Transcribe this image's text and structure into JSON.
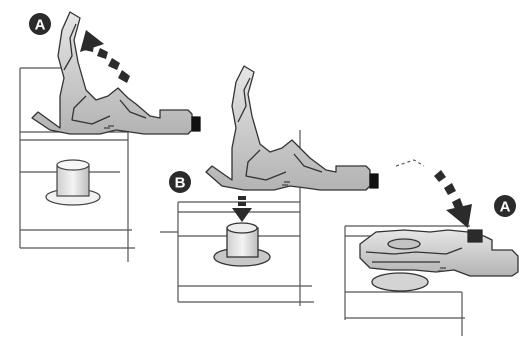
{
  "diagram": {
    "colors": {
      "background": "#ffffff",
      "outline": "#333333",
      "clip_fill": "#d9d9d9",
      "clip_shadow": "#a6a6a6",
      "post_fill": "#ebebeb",
      "post_dark": "#8c8c8c",
      "arrow": "#2b2b2b",
      "badge": "#2b2b2b",
      "housing_line": "#555555"
    },
    "steps": [
      {
        "id": "left-open",
        "badge": "A",
        "arrow_icon": "curved-dashed-arrow-icon"
      },
      {
        "id": "middle-press",
        "badge": "B",
        "arrow_icon": "down-dashed-arrow-icon"
      },
      {
        "id": "right-closed",
        "badge": "A",
        "arrow_icon": "curved-dashed-arrow-icon"
      }
    ]
  }
}
